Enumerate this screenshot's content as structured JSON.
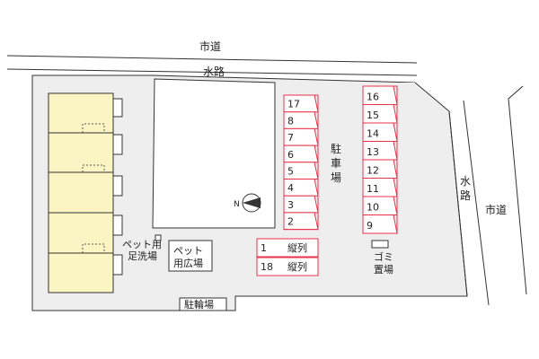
{
  "labels": {
    "city_road_top": "市道",
    "waterway_top": "水路",
    "waterway_right": "水路",
    "city_road_right": "市道",
    "parking": "駐車場",
    "pet_footwash": "ペット用足洗場",
    "pet_footwash_line1": "ペット用",
    "pet_footwash_line2": "足洗場",
    "pet_area_line1": "ペット",
    "pet_area_line2": "用広場",
    "garbage_line1": "ゴミ",
    "garbage_line2": "置場",
    "bicycle_parking": "駐輪場",
    "compass": "N"
  },
  "parking_left_column": [
    "17",
    "8",
    "7",
    "6",
    "5",
    "4",
    "3",
    "2"
  ],
  "parking_right_column": [
    "16",
    "15",
    "14",
    "13",
    "12",
    "11",
    "10",
    "9"
  ],
  "parking_bottom_rows": [
    {
      "num": "1",
      "text": "縦列"
    },
    {
      "num": "18",
      "text": "縦列"
    }
  ],
  "colors": {
    "site_fill": "#eeeeee",
    "building_fill": "#fbf5c3",
    "parking_outline": "#e8324a",
    "line": "#333333"
  }
}
